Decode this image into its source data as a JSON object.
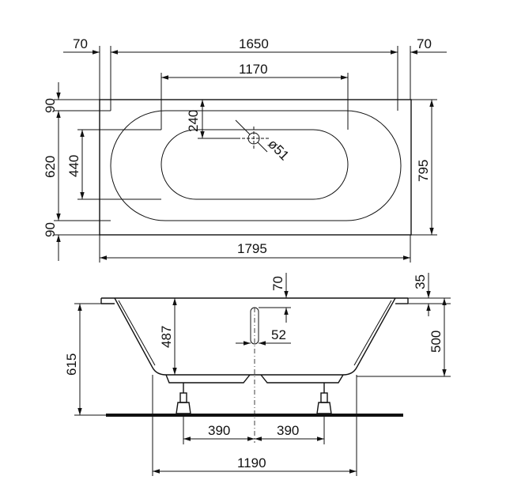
{
  "top_view": {
    "dims": {
      "left_margin": "70",
      "inner_length": "1650",
      "right_margin": "70",
      "basin_bottom_length": "1170",
      "drain_offset": "240",
      "drain_diameter": "ø51",
      "top_band": "90",
      "inner_width": "620",
      "bottom_band": "90",
      "basin_bottom_width": "440",
      "total_width": "795",
      "total_length": "1795"
    }
  },
  "side_view": {
    "dims": {
      "drain_top": "70",
      "rim_thickness": "35",
      "inner_depth": "487",
      "total_height": "615",
      "drain_pipe": "52",
      "rim_height": "500",
      "leg_left": "390",
      "leg_right": "390",
      "leg_span": "1190"
    }
  }
}
